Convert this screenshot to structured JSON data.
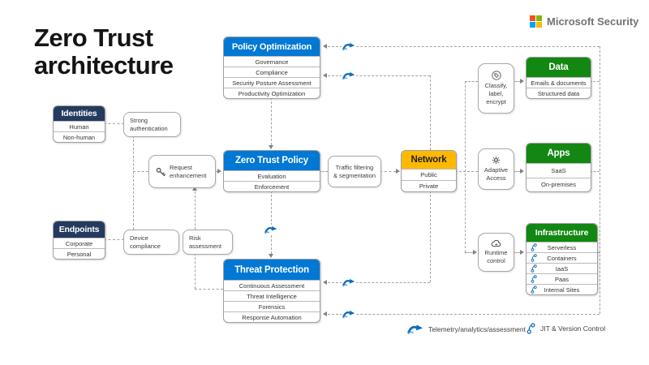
{
  "title": "Zero Trust\narchitecture",
  "brand": {
    "name": "Microsoft Security",
    "logo_squares": [
      "#F25022",
      "#7FBA00",
      "#00A4EF",
      "#FFB900"
    ]
  },
  "panels": {
    "policy_optimization": {
      "title": "Policy Optimization",
      "header_color": "#0078D4",
      "rows": [
        "Governance",
        "Compliance",
        "Security Posture Assessment",
        "Productivity Optimization"
      ]
    },
    "identities": {
      "title": "Identities",
      "header_color": "#243A5E",
      "rows": [
        "Human",
        "Non-human"
      ]
    },
    "endpoints": {
      "title": "Endpoints",
      "header_color": "#243A5E",
      "rows": [
        "Corporate",
        "Personal"
      ]
    },
    "zero_trust_policy": {
      "title": "Zero Trust Policy",
      "header_color": "#0078D4",
      "rows": [
        "Evaluation",
        "Enforcement"
      ]
    },
    "network": {
      "title": "Network",
      "header_color": "#FFB900",
      "rows": [
        "Public",
        "Private"
      ]
    },
    "data": {
      "title": "Data",
      "header_color": "#128712",
      "rows": [
        "Emails & documents",
        "Structured data"
      ]
    },
    "apps": {
      "title": "Apps",
      "header_color": "#128712",
      "rows": [
        "SaaS",
        "On-premises"
      ]
    },
    "infrastructure": {
      "title": "Infrastructure",
      "header_color": "#128712",
      "rows": [
        "Serverless",
        "Containers",
        "IaaS",
        "Paas",
        "Internal Sites"
      ]
    },
    "threat_protection": {
      "title": "Threat Protection",
      "header_color": "#0078D4",
      "rows": [
        "Continuous Assessment",
        "Threat Intelligence",
        "Forensics",
        "Response Automation"
      ]
    }
  },
  "nodes": {
    "strong_authentication": "Strong\nauthentication",
    "request_enhancement": "Request\nenhancement",
    "device_compliance": "Device\ncompliance",
    "risk_assessment": "Risk\nassessment",
    "traffic_filtering": "Traffic filtering\n& segmentation",
    "classify_label_encrypt": "Classify,\nlabel,\nencrypt",
    "adaptive_access": "Adaptive\nAccess",
    "runtime_control": "Runtime\ncontrol"
  },
  "legend": {
    "telemetry": "Telemetry/analytics/assessment",
    "jit": "JIT & Version Control"
  },
  "colors": {
    "accent_blue": "#0078D4",
    "navy": "#243A5E",
    "green": "#128712",
    "amber": "#FFB900",
    "line": "#A2A2A2"
  }
}
